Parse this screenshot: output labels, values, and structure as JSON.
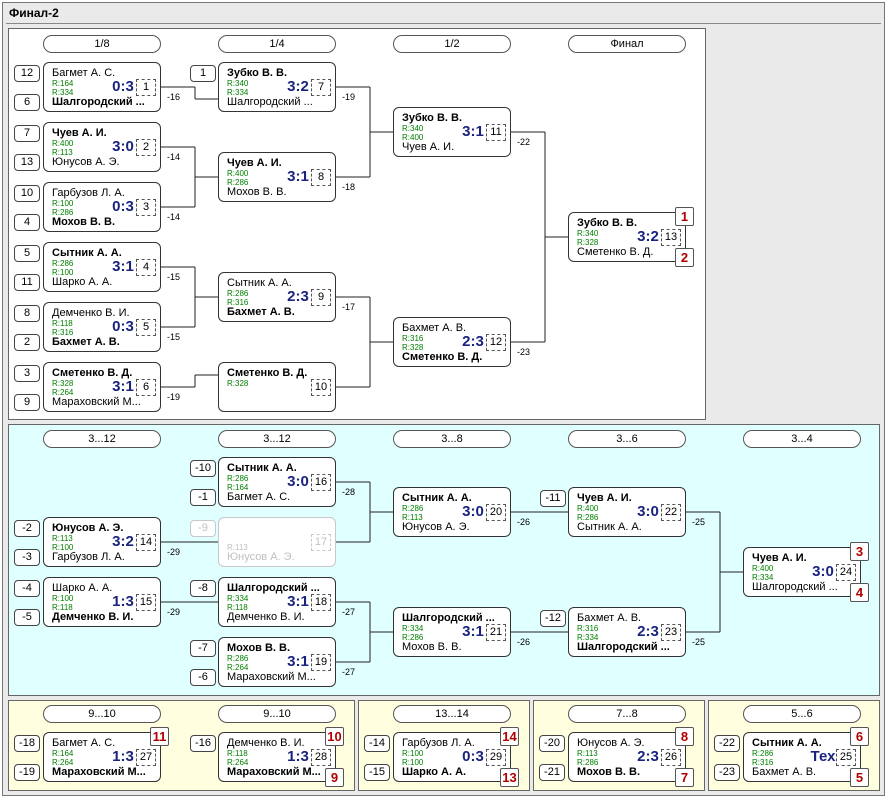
{
  "title": "Финал-2",
  "headers": {
    "main": [
      "1/8",
      "1/4",
      "1/2",
      "Финал"
    ],
    "lower": [
      "3...12",
      "3...12",
      "3...8",
      "3...6",
      "3...4"
    ],
    "p910": [
      "9...10",
      "9...10"
    ],
    "p1314": "13...14",
    "p78": "7...8",
    "p56": "5...6"
  },
  "seeds": {
    "m1": [
      "12",
      "6"
    ],
    "m2": [
      "7",
      "13"
    ],
    "m3": [
      "10",
      "4"
    ],
    "m4": [
      "5",
      "11"
    ],
    "m5": [
      "8",
      "2"
    ],
    "m6": [
      "3",
      "9"
    ],
    "m7": [
      "1"
    ],
    "m14": [
      "-2",
      "-3"
    ],
    "m15": [
      "-4",
      "-5"
    ],
    "m16": [
      "-10",
      "-1"
    ],
    "m17": [
      "-9"
    ],
    "m18": [
      "-8"
    ],
    "m19": [
      "-7",
      "-6"
    ],
    "m22": [
      "-11"
    ],
    "m23": [
      "-12"
    ],
    "m27": [
      "-18",
      "-19"
    ],
    "m28": [
      "-16"
    ],
    "m29": [
      "-14",
      "-15"
    ],
    "m26": [
      "-20",
      "-21"
    ],
    "m25": [
      "-22",
      "-23"
    ]
  },
  "matches": {
    "m1": {
      "p1": "Багмет А. С.",
      "r1": "R:164",
      "p2": "Шалгородский ...",
      "r2": "R:334",
      "score": "0:3",
      "num": "1",
      "lbl": "-16"
    },
    "m2": {
      "p1": "Чуев А. И.",
      "r1": "R:400",
      "p2": "Юнусов А. Э.",
      "r2": "R:113",
      "score": "3:0",
      "num": "2",
      "lbl": "-14"
    },
    "m3": {
      "p1": "Гарбузов Л. А.",
      "r1": "R:100",
      "p2": "Мохов В. В.",
      "r2": "R:286",
      "score": "0:3",
      "num": "3",
      "lbl": "-14"
    },
    "m4": {
      "p1": "Сытник А. А.",
      "r1": "R:286",
      "p2": "Шарко А. А.",
      "r2": "R:100",
      "score": "3:1",
      "num": "4",
      "lbl": "-15"
    },
    "m5": {
      "p1": "Демченко В. И.",
      "r1": "R:118",
      "p2": "Бахмет А. В.",
      "r2": "R:316",
      "score": "0:3",
      "num": "5",
      "lbl": "-15"
    },
    "m6": {
      "p1": "Сметенко В. Д.",
      "r1": "R:328",
      "p2": "Мараховский М...",
      "r2": "R:264",
      "score": "3:1",
      "num": "6",
      "lbl": "-19"
    },
    "m7": {
      "p1": "Зубко В. В.",
      "r1": "R:340",
      "p2": "Шалгородский ...",
      "r2": "R:334",
      "score": "3:2",
      "num": "7",
      "lbl": "-19"
    },
    "m8": {
      "p1": "Чуев А. И.",
      "r1": "R:400",
      "p2": "Мохов В. В.",
      "r2": "R:286",
      "score": "3:1",
      "num": "8",
      "lbl": "-18"
    },
    "m9": {
      "p1": "Сытник А. А.",
      "r1": "R:286",
      "p2": "Бахмет А. В.",
      "r2": "R:316",
      "score": "2:3",
      "num": "9",
      "lbl": "-17"
    },
    "m10": {
      "p1": "Сметенко В. Д.",
      "r1": "R:328",
      "p2": "",
      "r2": "",
      "score": "",
      "num": "10",
      "lbl": ""
    },
    "m11": {
      "p1": "Зубко В. В.",
      "r1": "R:340",
      "p2": "Чуев А. И.",
      "r2": "R:400",
      "score": "3:1",
      "num": "11",
      "lbl": "-22"
    },
    "m12": {
      "p1": "Бахмет А. В.",
      "r1": "R:316",
      "p2": "Сметенко В. Д.",
      "r2": "R:328",
      "score": "2:3",
      "num": "12",
      "lbl": "-23"
    },
    "m13": {
      "p1": "Зубко В. В.",
      "r1": "R:340",
      "p2": "Сметенко В. Д.",
      "r2": "R:328",
      "score": "3:2",
      "num": "13",
      "lbl": "",
      "pt": "1",
      "pb": "2"
    },
    "m14": {
      "p1": "Юнусов А. Э.",
      "r1": "R:113",
      "p2": "Гарбузов Л. А.",
      "r2": "R:100",
      "score": "3:2",
      "num": "14",
      "lbl": "-29"
    },
    "m15": {
      "p1": "Шарко А. А.",
      "r1": "R:100",
      "p2": "Демченко В. И.",
      "r2": "R:118",
      "score": "1:3",
      "num": "15",
      "lbl": "-29"
    },
    "m16": {
      "p1": "Сытник А. А.",
      "r1": "R:286",
      "p2": "Багмет А. С.",
      "r2": "R:164",
      "score": "3:0",
      "num": "16",
      "lbl": "-28"
    },
    "m17": {
      "p1": "",
      "r1": "",
      "p2": "Юнусов А. Э.",
      "r2": "R:113",
      "score": "",
      "num": "17",
      "lbl": ""
    },
    "m18": {
      "p1": "Шалгородский ...",
      "r1": "R:334",
      "p2": "Демченко В. И.",
      "r2": "R:118",
      "score": "3:1",
      "num": "18",
      "lbl": "-27"
    },
    "m19": {
      "p1": "Мохов В. В.",
      "r1": "R:286",
      "p2": "Мараховский М...",
      "r2": "R:264",
      "score": "3:1",
      "num": "19",
      "lbl": "-27"
    },
    "m20": {
      "p1": "Сытник А. А.",
      "r1": "R:286",
      "p2": "Юнусов А. Э.",
      "r2": "R:113",
      "score": "3:0",
      "num": "20",
      "lbl": "-26"
    },
    "m21": {
      "p1": "Шалгородский ...",
      "r1": "R:334",
      "p2": "Мохов В. В.",
      "r2": "R:286",
      "score": "3:1",
      "num": "21",
      "lbl": "-26"
    },
    "m22": {
      "p1": "Чуев А. И.",
      "r1": "R:400",
      "p2": "Сытник А. А.",
      "r2": "R:286",
      "score": "3:0",
      "num": "22",
      "lbl": "-25"
    },
    "m23": {
      "p1": "Бахмет А. В.",
      "r1": "R:316",
      "p2": "Шалгородский ...",
      "r2": "R:334",
      "score": "2:3",
      "num": "23",
      "lbl": "-25"
    },
    "m24": {
      "p1": "Чуев А. И.",
      "r1": "R:400",
      "p2": "Шалгородский ...",
      "r2": "R:334",
      "score": "3:0",
      "num": "24",
      "lbl": "",
      "pt": "3",
      "pb": "4"
    },
    "m27": {
      "p1": "Багмет А. С.",
      "r1": "R:164",
      "p2": "Мараховский М...",
      "r2": "R:264",
      "score": "1:3",
      "num": "27",
      "lbl": "",
      "pt": "11"
    },
    "m28": {
      "p1": "Демченко В. И.",
      "r1": "R:118",
      "p2": "Мараховский М...",
      "r2": "R:264",
      "score": "1:3",
      "num": "28",
      "lbl": "",
      "pt": "10",
      "pb": "9"
    },
    "m29": {
      "p1": "Гарбузов Л. А.",
      "r1": "R:100",
      "p2": "Шарко А. А.",
      "r2": "R:100",
      "score": "0:3",
      "num": "29",
      "lbl": "",
      "pt": "14",
      "pb": "13"
    },
    "m26": {
      "p1": "Юнусов А. Э.",
      "r1": "R:113",
      "p2": "Мохов В. В.",
      "r2": "R:286",
      "score": "2:3",
      "num": "26",
      "lbl": "",
      "pt": "8",
      "pb": "7"
    },
    "m25": {
      "p1": "Сытник А. А.",
      "r1": "R:286",
      "p2": "Бахмет А. В.",
      "r2": "R:316",
      "score": "Тех",
      "num": "25",
      "lbl": "",
      "pt": "6",
      "pb": "5"
    }
  }
}
